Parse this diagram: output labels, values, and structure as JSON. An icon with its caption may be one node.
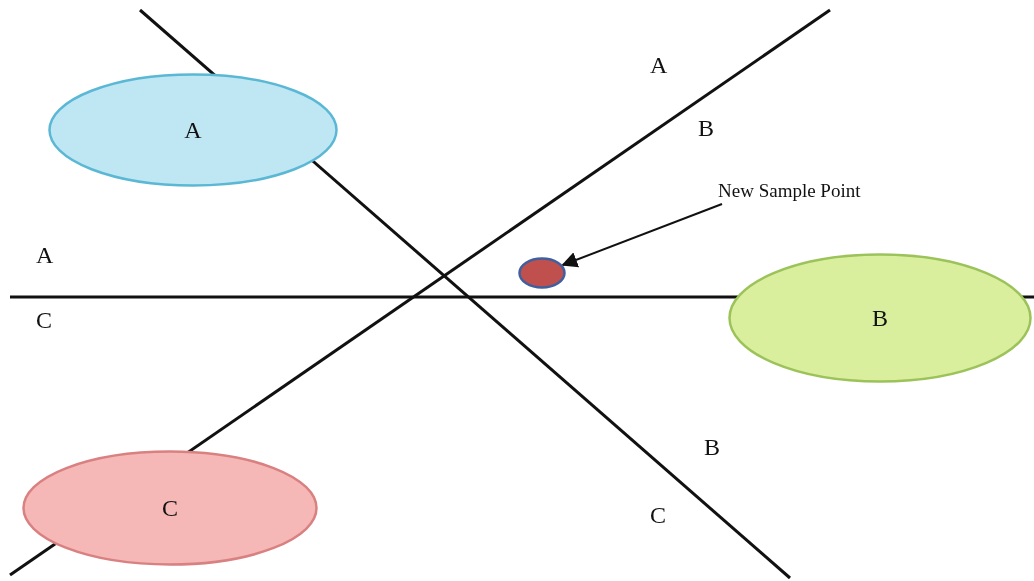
{
  "diagram": {
    "nodes": [
      {
        "text": [
          "A"
        ]
      },
      {
        "text": [
          "New Sample Point"
        ]
      },
      {
        "text": [],
        "shape": "circle"
      },
      {
        "text": [
          "B"
        ]
      },
      {
        "text": [
          "C"
        ]
      }
    ],
    "edges": [
      {
        "from": 1,
        "to": 2,
        "arrow": "to"
      }
    ],
    "labels": [
      "A",
      "B",
      "A",
      "C",
      "B",
      "C"
    ]
  }
}
